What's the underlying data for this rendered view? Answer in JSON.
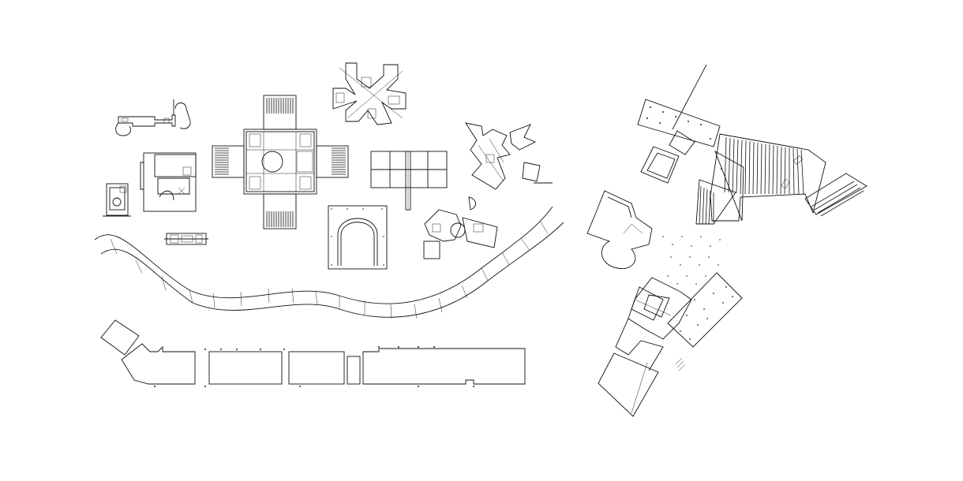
{
  "drawing": {
    "background_color": "#ffffff",
    "line_color": "#111111",
    "plans": [
      "small-elongated-plan",
      "courtyard-house-plan",
      "square-house-plan",
      "tiny-plan",
      "cruciform-villa-plan",
      "pinwheel-plan",
      "grid-frame-plan",
      "arched-pavilion-plan",
      "angular-fragmented-plan",
      "clustered-rooms-plan",
      "serpentine-wall",
      "long-bar-building-plan",
      "triangular-site-plan",
      "round-room-plan",
      "rotated-complex-plan"
    ]
  }
}
